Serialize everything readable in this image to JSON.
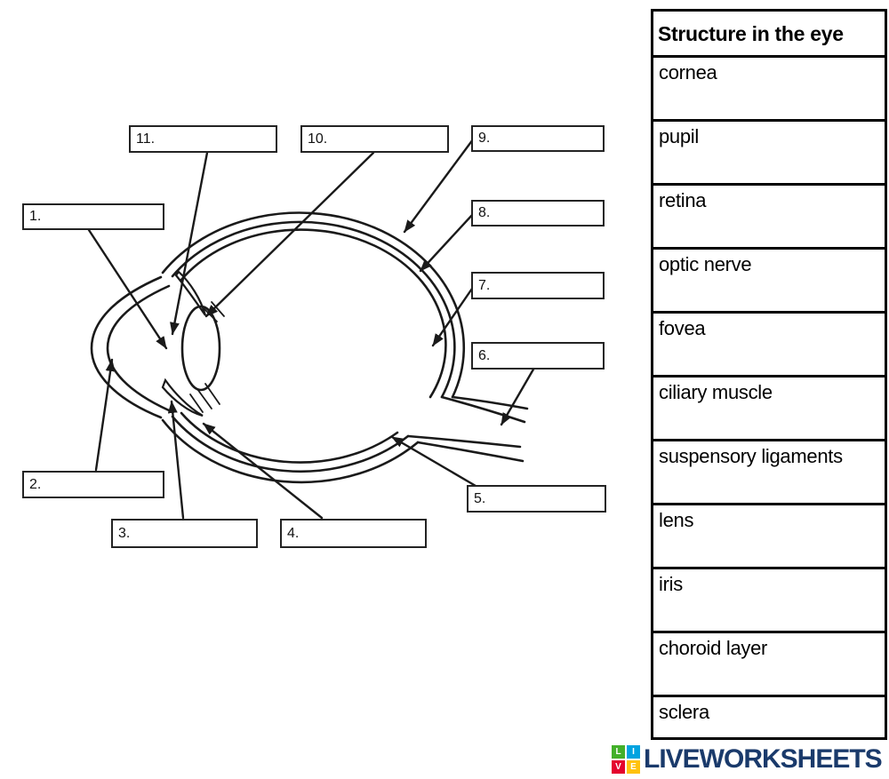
{
  "table": {
    "header": "Structure in the eye",
    "rows": [
      "cornea",
      "pupil",
      "retina",
      "optic nerve",
      "fovea",
      "ciliary muscle",
      "suspensory ligaments",
      "lens",
      "iris",
      "choroid layer",
      "sclera"
    ]
  },
  "labels": [
    {
      "number": "1."
    },
    {
      "number": "2."
    },
    {
      "number": "3."
    },
    {
      "number": "4."
    },
    {
      "number": "5."
    },
    {
      "number": "6."
    },
    {
      "number": "7."
    },
    {
      "number": "8."
    },
    {
      "number": "9."
    },
    {
      "number": "10."
    },
    {
      "number": "11."
    }
  ],
  "logo": {
    "text": "LIVEWORKSHEETS",
    "text_color": "#1a3a6b",
    "tiles": [
      {
        "letter": "L",
        "color": "#43b02a"
      },
      {
        "letter": "I",
        "color": "#00a3e0"
      },
      {
        "letter": "V",
        "color": "#e4032e"
      },
      {
        "letter": "E",
        "color": "#ffc20e"
      }
    ]
  },
  "colors": {
    "line": "#1a1a1a",
    "background": "#ffffff"
  }
}
